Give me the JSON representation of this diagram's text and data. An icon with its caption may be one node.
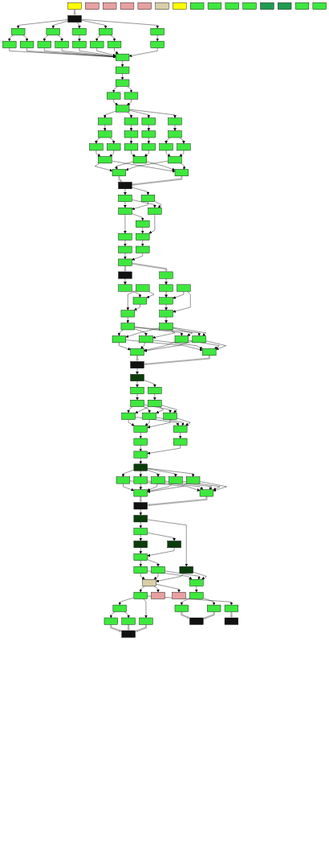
{
  "diagram": {
    "nodes": [
      {
        "text": [],
        "shape": "box"
      },
      {
        "text": [],
        "shape": "box"
      },
      {
        "text": [],
        "shape": "box"
      },
      {
        "text": [],
        "shape": "box"
      },
      {
        "text": [],
        "shape": "box"
      },
      {
        "text": [],
        "shape": "box"
      },
      {
        "text": [],
        "shape": "box"
      },
      {
        "text": [],
        "shape": "box"
      },
      {
        "text": [],
        "shape": "box"
      },
      {
        "text": [],
        "shape": "box"
      },
      {
        "text": [],
        "shape": "box"
      },
      {
        "text": [],
        "shape": "box"
      },
      {
        "text": [],
        "shape": "box"
      },
      {
        "text": [],
        "shape": "box"
      },
      {
        "text": [],
        "shape": "box"
      },
      {
        "text": [],
        "shape": "box"
      },
      {
        "text": [],
        "shape": "box"
      },
      {
        "text": [],
        "shape": "box"
      },
      {
        "text": [],
        "shape": "box"
      },
      {
        "text": [],
        "shape": "box"
      },
      {
        "text": [],
        "shape": "box"
      },
      {
        "text": [],
        "shape": "box"
      },
      {
        "text": [],
        "shape": "box"
      },
      {
        "text": [],
        "shape": "box"
      },
      {
        "text": [],
        "shape": "box"
      },
      {
        "text": [],
        "shape": "box"
      },
      {
        "text": [],
        "shape": "box"
      },
      {
        "text": [],
        "shape": "box"
      },
      {
        "text": [],
        "shape": "box"
      },
      {
        "text": [],
        "shape": "box"
      },
      {
        "text": [],
        "shape": "box"
      },
      {
        "text": [],
        "shape": "box"
      },
      {
        "text": [],
        "shape": "box"
      },
      {
        "text": [],
        "shape": "box"
      },
      {
        "text": [],
        "shape": "box"
      },
      {
        "text": [],
        "shape": "box"
      },
      {
        "text": [],
        "shape": "box"
      },
      {
        "text": [],
        "shape": "box"
      },
      {
        "text": [],
        "shape": "box"
      },
      {
        "text": [],
        "shape": "box"
      },
      {
        "text": [],
        "shape": "box"
      },
      {
        "text": [],
        "shape": "box"
      },
      {
        "text": [],
        "shape": "box"
      },
      {
        "text": [],
        "shape": "box"
      },
      {
        "text": [],
        "shape": "box"
      },
      {
        "text": [],
        "shape": "box"
      },
      {
        "text": [],
        "shape": "box"
      },
      {
        "text": [],
        "shape": "box"
      },
      {
        "text": [],
        "shape": "box"
      },
      {
        "text": [],
        "shape": "box"
      },
      {
        "text": [],
        "shape": "box"
      },
      {
        "text": [],
        "shape": "box"
      },
      {
        "text": [],
        "shape": "box"
      },
      {
        "text": [],
        "shape": "box"
      },
      {
        "text": [],
        "shape": "box"
      },
      {
        "text": [],
        "shape": "box"
      },
      {
        "text": [],
        "shape": "box"
      },
      {
        "text": [],
        "shape": "box"
      },
      {
        "text": [],
        "shape": "box"
      },
      {
        "text": [],
        "shape": "box"
      },
      {
        "text": [],
        "shape": "box"
      },
      {
        "text": [],
        "shape": "box"
      },
      {
        "text": [],
        "shape": "box"
      },
      {
        "text": [],
        "shape": "box"
      },
      {
        "text": [],
        "shape": "box"
      },
      {
        "text": [],
        "shape": "box"
      },
      {
        "text": [],
        "shape": "box"
      },
      {
        "text": [],
        "shape": "box"
      },
      {
        "text": [],
        "shape": "box"
      },
      {
        "text": [],
        "shape": "box"
      },
      {
        "text": [],
        "shape": "box"
      },
      {
        "text": [],
        "shape": "box"
      },
      {
        "text": [],
        "shape": "box"
      },
      {
        "text": [],
        "shape": "box"
      },
      {
        "text": [],
        "shape": "box"
      },
      {
        "text": [],
        "shape": "box"
      },
      {
        "text": [],
        "shape": "box"
      },
      {
        "text": [],
        "shape": "box"
      },
      {
        "text": [],
        "shape": "box"
      },
      {
        "text": [],
        "shape": "box"
      },
      {
        "text": [],
        "shape": "box"
      },
      {
        "text": [],
        "shape": "box"
      },
      {
        "text": [],
        "shape": "box"
      },
      {
        "text": [],
        "shape": "box"
      },
      {
        "text": [],
        "shape": "box"
      },
      {
        "text": [],
        "shape": "box"
      },
      {
        "text": [],
        "shape": "box"
      },
      {
        "text": [],
        "shape": "box"
      },
      {
        "text": [],
        "shape": "box"
      },
      {
        "text": [],
        "shape": "box"
      },
      {
        "text": [],
        "shape": "box"
      },
      {
        "text": [],
        "shape": "box"
      },
      {
        "text": [],
        "shape": "box"
      },
      {
        "text": [],
        "shape": "box"
      },
      {
        "text": [],
        "shape": "box"
      },
      {
        "text": [],
        "shape": "box"
      },
      {
        "text": [],
        "shape": "box"
      },
      {
        "text": [],
        "shape": "box"
      },
      {
        "text": [],
        "shape": "box"
      },
      {
        "text": [],
        "shape": "box"
      },
      {
        "text": [],
        "shape": "box"
      },
      {
        "text": [],
        "shape": "box"
      },
      {
        "text": [],
        "shape": "box"
      },
      {
        "text": [],
        "shape": "box"
      },
      {
        "text": [],
        "shape": "box"
      },
      {
        "text": [],
        "shape": "box"
      },
      {
        "text": [],
        "shape": "box"
      },
      {
        "text": [],
        "shape": "box"
      },
      {
        "text": [],
        "shape": "box"
      },
      {
        "text": [],
        "shape": "box"
      },
      {
        "text": [],
        "shape": "box"
      },
      {
        "text": [],
        "shape": "box"
      },
      {
        "text": [],
        "shape": "box"
      },
      {
        "text": [],
        "shape": "box"
      },
      {
        "text": [],
        "shape": "box"
      },
      {
        "text": [],
        "shape": "box"
      },
      {
        "text": [],
        "shape": "box"
      },
      {
        "text": [],
        "shape": "box"
      },
      {
        "text": [],
        "shape": "box"
      },
      {
        "text": [],
        "shape": "box"
      },
      {
        "text": [],
        "shape": "box"
      },
      {
        "text": [],
        "shape": "box"
      },
      {
        "text": [],
        "shape": "box"
      },
      {
        "text": [],
        "shape": "box"
      },
      {
        "text": [],
        "shape": "box"
      },
      {
        "text": [],
        "shape": "box"
      },
      {
        "text": [],
        "shape": "box"
      },
      {
        "text": [],
        "shape": "box"
      },
      {
        "text": [],
        "shape": "box"
      },
      {
        "text": [],
        "shape": "box"
      }
    ],
    "edges": [
      {
        "from": 0,
        "to": 1,
        "arrow": "to",
        "style": "thick",
        "color": "#b0b0b0"
      },
      {
        "from": 1,
        "to": 2,
        "arrow": "to"
      },
      {
        "from": 1,
        "to": 3,
        "arrow": "to"
      },
      {
        "from": 1,
        "to": 4,
        "arrow": "to"
      },
      {
        "from": 1,
        "to": 5,
        "arrow": "to"
      },
      {
        "from": 1,
        "to": 6,
        "arrow": "to"
      },
      {
        "from": 2,
        "to": 7,
        "arrow": "to"
      },
      {
        "from": 2,
        "to": 8,
        "arrow": "to"
      },
      {
        "from": 3,
        "to": 9,
        "arrow": "to"
      },
      {
        "from": 3,
        "to": 10,
        "arrow": "to"
      },
      {
        "from": 4,
        "to": 11,
        "arrow": "to"
      },
      {
        "from": 5,
        "to": 12,
        "arrow": "to"
      },
      {
        "from": 5,
        "to": 13,
        "arrow": "to"
      },
      {
        "from": 6,
        "to": 14,
        "arrow": "to"
      },
      {
        "from": 7,
        "to": 15,
        "arrow": "to"
      },
      {
        "from": 8,
        "to": 15,
        "arrow": "to"
      },
      {
        "from": 9,
        "to": 15,
        "arrow": "to"
      },
      {
        "from": 10,
        "to": 15,
        "arrow": "to"
      },
      {
        "from": 11,
        "to": 15,
        "arrow": "to"
      },
      {
        "from": 12,
        "to": 15,
        "arrow": "to"
      },
      {
        "from": 13,
        "to": 15,
        "arrow": "to"
      },
      {
        "from": 14,
        "to": 15,
        "arrow": "to"
      },
      {
        "from": 15,
        "to": 16,
        "arrow": "to"
      },
      {
        "from": 16,
        "to": 17,
        "arrow": "to"
      },
      {
        "from": 17,
        "to": 18,
        "arrow": "to"
      },
      {
        "from": 17,
        "to": 19,
        "arrow": "to"
      },
      {
        "from": 18,
        "to": 20,
        "arrow": "to"
      },
      {
        "from": 19,
        "to": 20,
        "arrow": "to"
      },
      {
        "from": 20,
        "to": 21,
        "arrow": "to"
      },
      {
        "from": 20,
        "to": 22,
        "arrow": "to"
      },
      {
        "from": 20,
        "to": 23,
        "arrow": "to"
      },
      {
        "from": 20,
        "to": 24,
        "arrow": "to"
      },
      {
        "from": 21,
        "to": 25,
        "arrow": "to"
      },
      {
        "from": 22,
        "to": 26,
        "arrow": "to"
      },
      {
        "from": 23,
        "to": 27,
        "arrow": "to"
      },
      {
        "from": 24,
        "to": 28,
        "arrow": "to"
      },
      {
        "from": 25,
        "to": 29,
        "arrow": "to"
      },
      {
        "from": 25,
        "to": 30,
        "arrow": "to"
      },
      {
        "from": 26,
        "to": 31,
        "arrow": "to"
      },
      {
        "from": 27,
        "to": 32,
        "arrow": "to"
      },
      {
        "from": 28,
        "to": 33,
        "arrow": "to"
      },
      {
        "from": 28,
        "to": 34,
        "arrow": "to"
      },
      {
        "from": 29,
        "to": 35,
        "arrow": "to"
      },
      {
        "from": 30,
        "to": 35,
        "arrow": "to"
      },
      {
        "from": 31,
        "to": 36,
        "arrow": "to"
      },
      {
        "from": 32,
        "to": 36,
        "arrow": "to"
      },
      {
        "from": 33,
        "to": 37,
        "arrow": "to"
      },
      {
        "from": 34,
        "to": 37,
        "arrow": "to"
      },
      {
        "from": 35,
        "to": 38,
        "arrow": "to"
      },
      {
        "from": 35,
        "to": 39,
        "arrow": "to"
      },
      {
        "from": 36,
        "to": 38,
        "arrow": "to"
      },
      {
        "from": 36,
        "to": 39,
        "arrow": "to"
      },
      {
        "from": 37,
        "to": 38,
        "arrow": "to"
      },
      {
        "from": 37,
        "to": 39,
        "arrow": "to"
      },
      {
        "from": 38,
        "to": 40,
        "arrow": "to",
        "style": "thick",
        "color": "#b0b0b0"
      },
      {
        "from": 39,
        "to": 40,
        "arrow": "to",
        "style": "thick",
        "color": "#b0b0b0"
      },
      {
        "from": 40,
        "to": 41,
        "arrow": "to"
      },
      {
        "from": 40,
        "to": 42,
        "arrow": "to"
      },
      {
        "from": 41,
        "to": 43,
        "arrow": "to"
      },
      {
        "from": 41,
        "to": 45,
        "arrow": "to"
      },
      {
        "from": 42,
        "to": 43,
        "arrow": "to"
      },
      {
        "from": 42,
        "to": 45,
        "arrow": "to"
      },
      {
        "from": 43,
        "to": 44,
        "arrow": "to"
      },
      {
        "from": 43,
        "to": 46,
        "arrow": "to"
      },
      {
        "from": 44,
        "to": 47,
        "arrow": "to"
      },
      {
        "from": 45,
        "to": 47,
        "arrow": "to"
      },
      {
        "from": 46,
        "to": 48,
        "arrow": "to"
      },
      {
        "from": 47,
        "to": 49,
        "arrow": "to"
      },
      {
        "from": 48,
        "to": 50,
        "arrow": "to"
      },
      {
        "from": 49,
        "to": 50,
        "arrow": "to"
      },
      {
        "from": 50,
        "to": 51,
        "arrow": "to",
        "style": "thick",
        "color": "#b0b0b0"
      },
      {
        "from": 50,
        "to": 52,
        "arrow": "to",
        "style": "thick",
        "color": "#b0b0b0"
      },
      {
        "from": 51,
        "to": 53,
        "arrow": "to"
      },
      {
        "from": 52,
        "to": 54,
        "arrow": "to"
      },
      {
        "from": 53,
        "to": 56,
        "arrow": "to"
      },
      {
        "from": 54,
        "to": 57,
        "arrow": "to"
      },
      {
        "from": 55,
        "to": 56,
        "arrow": "to"
      },
      {
        "from": 58,
        "to": 57,
        "arrow": "to"
      },
      {
        "from": 55,
        "to": 59,
        "arrow": "to"
      },
      {
        "from": 56,
        "to": 59,
        "arrow": "to"
      },
      {
        "from": 57,
        "to": 60,
        "arrow": "to"
      },
      {
        "from": 58,
        "to": 60,
        "arrow": "to"
      },
      {
        "from": 59,
        "to": 61,
        "arrow": "to"
      },
      {
        "from": 60,
        "to": 62,
        "arrow": "to"
      },
      {
        "from": 61,
        "to": 63,
        "arrow": "to"
      },
      {
        "from": 61,
        "to": 64,
        "arrow": "to"
      },
      {
        "from": 61,
        "to": 65,
        "arrow": "to"
      },
      {
        "from": 61,
        "to": 66,
        "arrow": "to"
      },
      {
        "from": 62,
        "to": 63,
        "arrow": "to"
      },
      {
        "from": 62,
        "to": 64,
        "arrow": "to"
      },
      {
        "from": 62,
        "to": 65,
        "arrow": "to"
      },
      {
        "from": 62,
        "to": 66,
        "arrow": "to"
      },
      {
        "from": 63,
        "to": 67,
        "arrow": "to"
      },
      {
        "from": 63,
        "to": 68,
        "arrow": "to"
      },
      {
        "from": 64,
        "to": 67,
        "arrow": "to"
      },
      {
        "from": 64,
        "to": 68,
        "arrow": "to"
      },
      {
        "from": 65,
        "to": 67,
        "arrow": "to"
      },
      {
        "from": 65,
        "to": 68,
        "arrow": "to"
      },
      {
        "from": 66,
        "to": 67,
        "arrow": "to"
      },
      {
        "from": 66,
        "to": 68,
        "arrow": "to"
      },
      {
        "from": 67,
        "to": 69,
        "arrow": "to",
        "style": "thick",
        "color": "#b0b0b0"
      },
      {
        "from": 68,
        "to": 69,
        "arrow": "to",
        "style": "thick",
        "color": "#b0b0b0"
      },
      {
        "from": 69,
        "to": 70,
        "arrow": "to"
      },
      {
        "from": 70,
        "to": 71,
        "arrow": "to"
      },
      {
        "from": 70,
        "to": 72,
        "arrow": "to"
      },
      {
        "from": 71,
        "to": 73,
        "arrow": "to"
      },
      {
        "from": 72,
        "to": 74,
        "arrow": "to"
      },
      {
        "from": 73,
        "to": 75,
        "arrow": "to"
      },
      {
        "from": 73,
        "to": 76,
        "arrow": "to"
      },
      {
        "from": 73,
        "to": 77,
        "arrow": "to"
      },
      {
        "from": 74,
        "to": 75,
        "arrow": "to"
      },
      {
        "from": 74,
        "to": 76,
        "arrow": "to"
      },
      {
        "from": 74,
        "to": 77,
        "arrow": "to"
      },
      {
        "from": 75,
        "to": 78,
        "arrow": "to"
      },
      {
        "from": 75,
        "to": 79,
        "arrow": "to"
      },
      {
        "from": 76,
        "to": 78,
        "arrow": "to"
      },
      {
        "from": 76,
        "to": 79,
        "arrow": "to"
      },
      {
        "from": 77,
        "to": 78,
        "arrow": "to"
      },
      {
        "from": 77,
        "to": 79,
        "arrow": "to"
      },
      {
        "from": 78,
        "to": 80,
        "arrow": "to"
      },
      {
        "from": 79,
        "to": 81,
        "arrow": "to"
      },
      {
        "from": 80,
        "to": 82,
        "arrow": "to"
      },
      {
        "from": 81,
        "to": 82,
        "arrow": "to"
      },
      {
        "from": 82,
        "to": 83,
        "arrow": "to"
      },
      {
        "from": 83,
        "to": 84,
        "arrow": "to"
      },
      {
        "from": 83,
        "to": 85,
        "arrow": "to"
      },
      {
        "from": 83,
        "to": 86,
        "arrow": "to"
      },
      {
        "from": 83,
        "to": 87,
        "arrow": "to"
      },
      {
        "from": 83,
        "to": 88,
        "arrow": "to"
      },
      {
        "from": 84,
        "to": 89,
        "arrow": "to"
      },
      {
        "from": 84,
        "to": 90,
        "arrow": "to"
      },
      {
        "from": 85,
        "to": 89,
        "arrow": "to"
      },
      {
        "from": 85,
        "to": 90,
        "arrow": "to"
      },
      {
        "from": 86,
        "to": 89,
        "arrow": "to"
      },
      {
        "from": 86,
        "to": 90,
        "arrow": "to"
      },
      {
        "from": 87,
        "to": 89,
        "arrow": "to"
      },
      {
        "from": 87,
        "to": 90,
        "arrow": "to"
      },
      {
        "from": 88,
        "to": 89,
        "arrow": "to"
      },
      {
        "from": 88,
        "to": 90,
        "arrow": "to"
      },
      {
        "from": 89,
        "to": 91,
        "arrow": "to",
        "style": "thick",
        "color": "#b0b0b0"
      },
      {
        "from": 90,
        "to": 91,
        "arrow": "to",
        "style": "thick",
        "color": "#b0b0b0"
      },
      {
        "from": 91,
        "to": 92,
        "arrow": "to"
      },
      {
        "from": 92,
        "to": 93,
        "arrow": "to"
      },
      {
        "from": 92,
        "to": 94,
        "arrow": "to"
      },
      {
        "from": 94,
        "to": 95,
        "arrow": "to"
      },
      {
        "from": 94,
        "to": 96,
        "arrow": "to"
      },
      {
        "from": 95,
        "to": 97,
        "arrow": "to"
      },
      {
        "from": 96,
        "to": 97,
        "arrow": "to"
      },
      {
        "from": 97,
        "to": 98,
        "arrow": "to"
      },
      {
        "from": 97,
        "to": 99,
        "arrow": "to"
      },
      {
        "from": 98,
        "to": 100,
        "arrow": "to"
      },
      {
        "from": 98,
        "to": 101,
        "arrow": "to"
      },
      {
        "from": 99,
        "to": 100,
        "arrow": "to"
      },
      {
        "from": 99,
        "to": 101,
        "arrow": "to"
      },
      {
        "from": 93,
        "to": 100,
        "arrow": "to"
      },
      {
        "from": 93,
        "to": 101,
        "arrow": "to"
      },
      {
        "from": 101,
        "to": 102,
        "arrow": "to"
      },
      {
        "from": 101,
        "to": 103,
        "arrow": "to"
      },
      {
        "from": 101,
        "to": 104,
        "arrow": "to"
      },
      {
        "from": 100,
        "to": 105,
        "arrow": "to"
      },
      {
        "from": 102,
        "to": 106,
        "arrow": "to"
      },
      {
        "from": 105,
        "to": 109,
        "arrow": "to"
      },
      {
        "from": 105,
        "to": 110,
        "arrow": "to"
      },
      {
        "from": 106,
        "to": 111,
        "arrow": "to"
      },
      {
        "from": 106,
        "to": 112,
        "arrow": "to"
      },
      {
        "from": 102,
        "to": 113,
        "arrow": "to"
      },
      {
        "from": 102,
        "to": 114,
        "arrow": "to"
      },
      {
        "from": 109,
        "to": 117,
        "arrow": "to",
        "style": "thick",
        "color": "#b0b0b0"
      },
      {
        "from": 110,
        "to": 117,
        "arrow": "to",
        "style": "thick",
        "color": "#b0b0b0"
      },
      {
        "from": 111,
        "to": 119,
        "arrow": "to",
        "style": "thick",
        "color": "#b0b0b0"
      },
      {
        "from": 112,
        "to": 119,
        "arrow": "to",
        "style": "thick",
        "color": "#b0b0b0"
      },
      {
        "from": 113,
        "to": 119,
        "arrow": "to",
        "style": "thick",
        "color": "#b0b0b0"
      },
      {
        "from": 114,
        "to": 120,
        "arrow": "to",
        "style": "thick",
        "color": "#b0b0b0"
      }
    ]
  }
}
